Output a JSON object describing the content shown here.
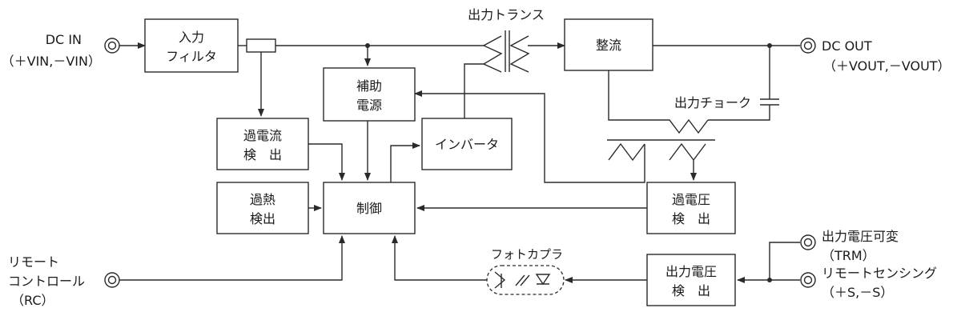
{
  "terminals": {
    "dc_in": {
      "label": "DC IN",
      "sub": "（＋VIN,－VIN）"
    },
    "dc_out": {
      "label": "DC OUT",
      "sub": "（＋VOUT,－VOUT）"
    },
    "trm": {
      "label": "出力電圧可変",
      "sub": "（TRM）"
    },
    "sense": {
      "label": "リモートセンシング",
      "sub": "（＋S,－S）"
    },
    "rc": {
      "line1": "リモート",
      "line2": "コントロール",
      "sub": "（RC）"
    }
  },
  "blocks": {
    "input_filter": {
      "line1": "入力",
      "line2": "フィルタ"
    },
    "rectifier": {
      "line1": "整流"
    },
    "aux_power": {
      "line1": "補助",
      "line2": "電源"
    },
    "overcurrent": {
      "line1": "過電流",
      "line2": "検　出"
    },
    "inverter": {
      "line1": "インバータ"
    },
    "overheat": {
      "line1": "過熱",
      "line2": "検出"
    },
    "control": {
      "line1": "制御"
    },
    "overvoltage": {
      "line1": "過電圧",
      "line2": "検　出"
    },
    "output_voltage": {
      "line1": "出力電圧",
      "line2": "検　出"
    }
  },
  "labels": {
    "transformer": "出力トランス",
    "choke": "出力チョーク",
    "photocoupler": "フォトカプラ"
  }
}
